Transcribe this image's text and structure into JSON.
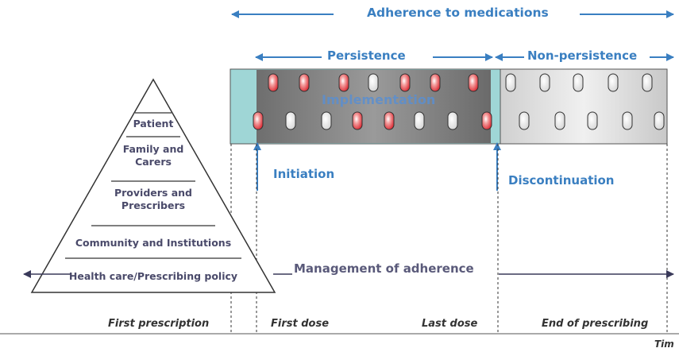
{
  "header": {
    "adherence": "Adherence to medications",
    "persistence": "Persistence",
    "non_persistence": "Non-persistence",
    "implementation": "Implementation"
  },
  "phases": {
    "initiation": "Initiation",
    "discontinuation": "Discontinuation",
    "management": "Management of adherence"
  },
  "pyramid": {
    "tiers": [
      {
        "line1": "Patient",
        "line2": ""
      },
      {
        "line1": "Family and",
        "line2": "Carers"
      },
      {
        "line1": "Providers and",
        "line2": "Prescribers"
      },
      {
        "line1": "Community and Institutions",
        "line2": ""
      },
      {
        "line1": "Health care/Prescribing policy",
        "line2": ""
      }
    ]
  },
  "timeline": {
    "first_prescription": "First prescription",
    "first_dose": "First dose",
    "last_dose": "Last dose",
    "end_of_prescribing": "End of prescribing",
    "axis_label": "Tim"
  },
  "pills": {
    "taken_color": "#e8323a",
    "missed_color": "#f2f2f2",
    "row1": [
      1,
      1,
      1,
      0,
      1,
      1,
      1
    ],
    "row2": [
      1,
      0,
      0,
      1,
      1,
      0,
      0,
      1
    ],
    "row1_after": [
      0,
      0,
      0,
      0,
      0
    ],
    "row2_after": [
      0,
      0,
      0,
      0,
      0
    ]
  },
  "colors": {
    "accent_blue": "#3a7fc1",
    "teal_box": "#9fd6d6",
    "gray_dark": "#7a7a7a"
  }
}
